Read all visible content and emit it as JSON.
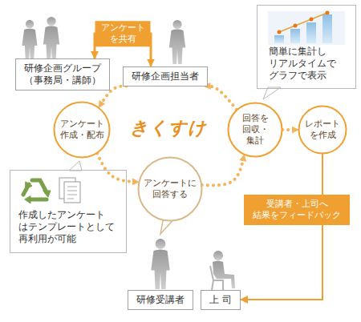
{
  "diagram": {
    "nodes": [
      {
        "text": [
          "研修企画グループ （事務局・講師）"
        ]
      },
      {
        "text": [
          "研修企画担当者"
        ]
      },
      {
        "text": [
          "簡単に集計し リアルタイムで グラフで表示"
        ]
      },
      {
        "text": [
          "アンケート 作成・配布"
        ]
      },
      {
        "text": [
          "回答を 回収・集計"
        ]
      },
      {
        "text": [
          "レポート を作成"
        ]
      },
      {
        "text": [
          "アンケートに 回答する"
        ]
      },
      {
        "text": [
          "作成したアンケート はテンプレートとして 再利用が可能"
        ]
      },
      {
        "text": [
          "受講者・上司へ 結果をフィードバック"
        ]
      },
      {
        "text": [
          "研修受講者"
        ]
      },
      {
        "text": [
          "上 司"
        ]
      }
    ],
    "edges": [
      {
        "from": 0,
        "to": 1,
        "label": "アンケート を共有",
        "arrow": "both"
      },
      {
        "from": 1,
        "to": 3,
        "arrow": "to"
      },
      {
        "from": 3,
        "to": 6,
        "arrow": "to"
      },
      {
        "from": 6,
        "to": 4,
        "arrow": "to"
      },
      {
        "from": 4,
        "to": 1,
        "arrow": "to"
      },
      {
        "from": 4,
        "to": 5,
        "arrow": "to"
      },
      {
        "from": 5,
        "to": 8,
        "arrow": "none"
      },
      {
        "from": 8,
        "to": 10,
        "arrow": "to"
      }
    ],
    "labels": [
      "きくすけ"
    ]
  }
}
